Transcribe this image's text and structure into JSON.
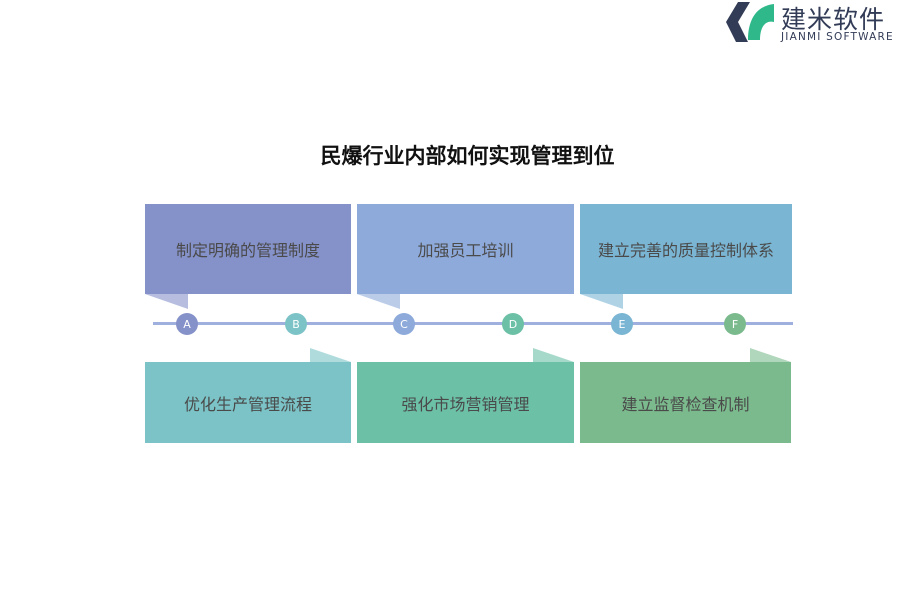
{
  "logo": {
    "cn": "建米软件",
    "en": "JIANMI SOFTWARE"
  },
  "title": "民爆行业内部如何实现管理到位",
  "top_items": [
    {
      "label": "制定明确的管理制度",
      "marker": "A",
      "color": "#8591c9",
      "dot": "#8591c9"
    },
    {
      "label": "加强员工培训",
      "marker": "C",
      "color": "#8eaadb",
      "dot": "#8eaadb"
    },
    {
      "label": "建立完善的质量控制体系",
      "marker": "E",
      "color": "#7ab5d3",
      "dot": "#7ab5d3"
    }
  ],
  "bottom_items": [
    {
      "label": "优化生产管理流程",
      "marker": "B",
      "color": "#7bc3c6",
      "dot": "#7bc3c6"
    },
    {
      "label": "强化市场营销管理",
      "marker": "D",
      "color": "#6cc0a6",
      "dot": "#6cc0a6"
    },
    {
      "label": "建立监督检查机制",
      "marker": "F",
      "color": "#7bba8d",
      "dot": "#7bba8d"
    }
  ]
}
